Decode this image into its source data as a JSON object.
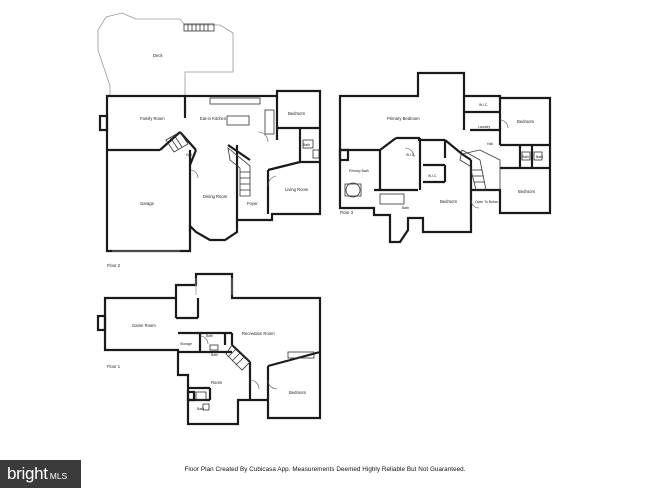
{
  "floor2": {
    "floor_label": "Floor 2",
    "rooms": {
      "deck": "Deck",
      "family_room": "Family Room",
      "eat_in_kitchen": "Eat-in Kitchen",
      "bedroom": "Bedroom",
      "hall": "Hall",
      "bath": "Bath",
      "garage": "Garage",
      "dining_room": "Dining Room",
      "foyer": "Foyer",
      "living_room": "Living Room"
    }
  },
  "floor3": {
    "floor_label": "Floor 3",
    "rooms": {
      "primary_bedroom": "Primary Bedroom",
      "wic_top": "W.I.C.",
      "bedroom_ne": "Bedroom",
      "laundry": "Laundry",
      "hall": "Hall",
      "bath_right_a": "Bath",
      "bath_right_b": "Bath",
      "primary_bath": "Primary Bath",
      "wic_mid": "W.I.C.",
      "wic_small": "W.I.C.",
      "bath_bottom": "Bath",
      "bedroom_mid": "Bedroom",
      "open_to_below": "Open To Below",
      "bedroom_se": "Bedroom"
    }
  },
  "floor1": {
    "floor_label": "Floor 1",
    "rooms": {
      "game_room": "Game Room",
      "bath_top": "Bath",
      "storage": "Storage",
      "bath_mid": "Bath",
      "recreation_room": "Recreation Room",
      "room": "Room",
      "bath_small": "Bath",
      "bedroom": "Bedroom"
    }
  },
  "footer": {
    "disclaimer": "Floor Plan Created By Cubicasa App. Measurements Deemed Highly Reliable But Not Guaranteed."
  },
  "brand": {
    "wordmark": "bright",
    "suffix": "MLS",
    "bg_color": "#3b3b3b"
  }
}
